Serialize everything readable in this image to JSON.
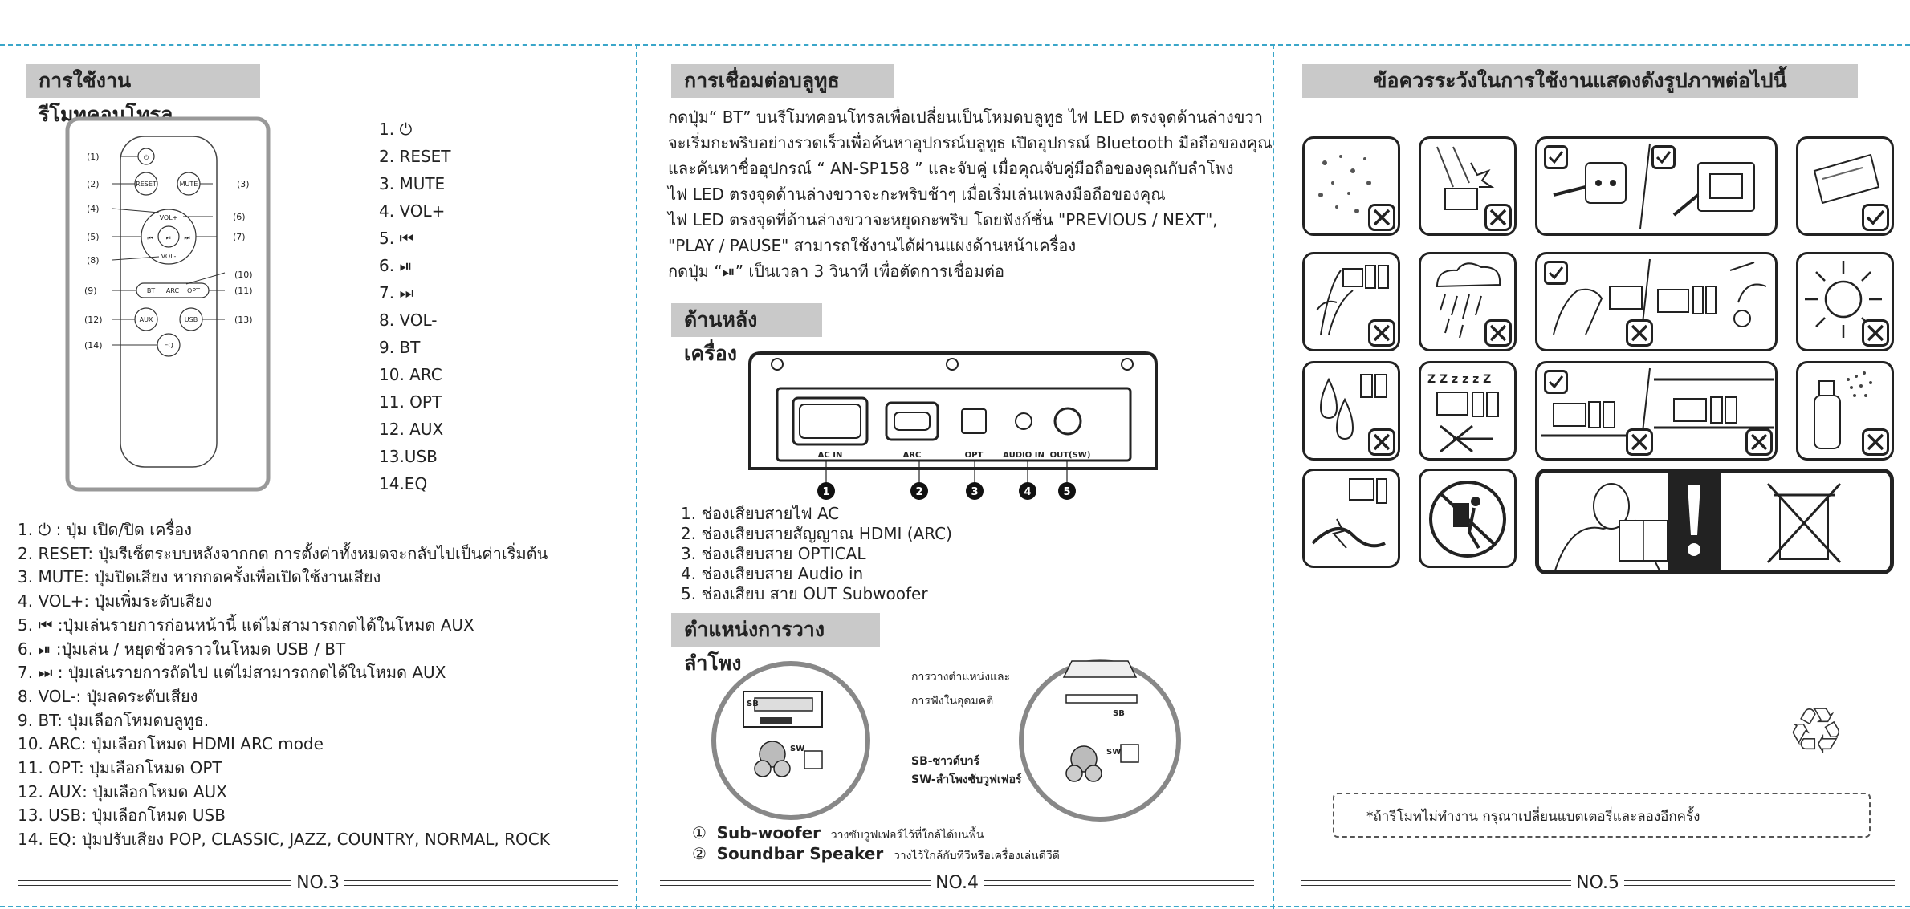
{
  "page3": {
    "heading": "การใช้งานรีโมทคอนโทรล",
    "remote_labels": {
      "power": "(1)",
      "reset_num": "(2)",
      "mute_num": "(3)",
      "volplus_num": "(4)",
      "prev_num": "(5)",
      "play_num": "(6)",
      "next_num": "(7)",
      "volminus_num": "(8)",
      "bt_num": "(9)",
      "arc_num": "(10)",
      "opt_num": "(11)",
      "aux_num": "(12)",
      "usb_num": "(13)",
      "eq_num": "(14)",
      "reset": "RESET",
      "mute": "MUTE",
      "volplus": "VOL+",
      "volminus": "VOL-",
      "bt": "BT",
      "arc": "ARC",
      "opt": "OPT",
      "aux": "AUX",
      "usb": "USB",
      "eq": "EQ"
    },
    "button_list": [
      "1. ⏻",
      "2. RESET",
      "3. MUTE",
      "4. VOL+",
      "5. ⏮",
      "6. ⏯",
      "7. ⏭",
      "8. VOL-",
      "9. BT",
      "10. ARC",
      "11. OPT",
      "12. AUX",
      "13.USB",
      "14.EQ"
    ],
    "descriptions": [
      "1. ⏻ : ปุ่ม เปิด/ปิด เครื่อง",
      "2. RESET: ปุ่มรีเซ็ตระบบหลังจากกด การตั้งค่าทั้งหมดจะกลับไปเป็นค่าเริ่มต้น",
      "3. MUTE: ปุ่มปิดเสียง หากกดครั้งเพื่อเปิดใช้งานเสียง",
      "4. VOL+: ปุ่มเพิ่มระดับเสียง",
      "5. ⏮ :ปุ่มเล่นรายการก่อนหน้านี้ แต่ไม่สามารถกดได้ในโหมด AUX",
      "6. ⏯ :ปุ่มเล่น / หยุดชั่วคราวในโหมด USB / BT",
      "7. ⏭ : ปุ่มเล่นรายการถัดไป แต่ไม่สามารถกดได้ในโหมด AUX",
      "8. VOL-: ปุ่มลดระดับเสียง",
      "9. BT: ปุ่มเลือกโหมดบลูทูธ.",
      "10. ARC: ปุ่มเลือกโหมด HDMI ARC mode",
      "11. OPT: ปุ่มเลือกโหมด OPT",
      "12. AUX: ปุ่มเลือกโหมด AUX",
      "13. USB: ปุ่มเลือกโหมด USB",
      "14. EQ: ปุ่มปรับเสียง POP, CLASSIC, JAZZ, COUNTRY, NORMAL, ROCK"
    ],
    "footer": "NO.3"
  },
  "page4": {
    "heading_bt": "การเชื่อมต่อบลูทูธ",
    "bt_lines": [
      "กดปุ่ม“ BT” บนรีโมทคอนโทรลเพื่อเปลี่ยนเป็นโหมดบลูทูธ ไฟ LED ตรงจุดด้านล่างขวา",
      "จะเริ่มกะพริบอย่างรวดเร็วเพื่อค้นหาอุปกรณ์บลูทูธ เปิดอุปกรณ์ Bluetooth มือถือของคุณ",
      "และค้นหาชื่ออุปกรณ์ “ AN-SP158 ” และจับคู่ เมื่อคุณจับคู่มือถือของคุณกับลำโพง",
      "ไฟ LED ตรงจุดด้านล่างขวาจะกะพริบช้าๆ เมื่อเริ่มเล่นเพลงมือถือของคุณ",
      "ไฟ LED ตรงจุดที่ด้านล่างขวาจะหยุดกะพริบ โดยฟังก์ชั่น \"PREVIOUS / NEXT\",",
      "\"PLAY / PAUSE\" สามารถใช้งานได้ผ่านแผงด้านหน้าเครื่อง",
      "กดปุ่ม “⏯” เป็นเวลา 3 วินาที เพื่อตัดการเชื่อมต่อ"
    ],
    "heading_back": "ด้านหลังเครื่อง",
    "panel_labels": [
      "AC IN",
      "ARC",
      "OPT",
      "AUDIO IN",
      "OUT(SW)"
    ],
    "panel_nums": [
      "1",
      "2",
      "3",
      "4",
      "5"
    ],
    "ports": [
      "1. ช่องเสียบสายไฟ AC",
      "2. ช่องเสียบสายสัญญาณ HDMI (ARC)",
      "3. ช่องเสียบสาย OPTICAL",
      "4. ช่องเสียบสาย Audio in",
      "5. ช่องเสียบ สาย  OUT Subwoofer"
    ],
    "heading_place": "ตำแหน่งการวางลำโพง",
    "place_caption1": "การวางตำแหน่งและ",
    "place_caption2": "การฟังในอุดมคติ",
    "sb_label": "SB",
    "sw_label": "SW",
    "legend_sb": "SB-ซาวด์บาร์",
    "legend_sw": "SW-ลำโพงซับวูฟเฟอร์",
    "tip1_num": "①",
    "tip1_bold": "Sub-woofer",
    "tip1_text": "วางซับวูฟเฟอร์ไว้ที่ใกล้ได้บนพื้น",
    "tip2_num": "②",
    "tip2_bold": "Soundbar  Speaker",
    "tip2_text": "วางไว้ใกล้กับทีวีหรือเครื่องเล่นดีวีดี",
    "footer": "NO.4"
  },
  "page5": {
    "heading": "ข้อควรระวังในการใช้งานแสดงดังรูปภาพต่อไปนี้",
    "note": "*ถ้ารีโมทไม่ทำงาน กรุณาเปลี่ยนแบตเตอรี่และลองอีกครั้ง",
    "recycle": "♲",
    "footer": "NO.5"
  },
  "colors": {
    "guide_dash": "#3aa6c9",
    "heading_bg": "#c9c9c9"
  }
}
